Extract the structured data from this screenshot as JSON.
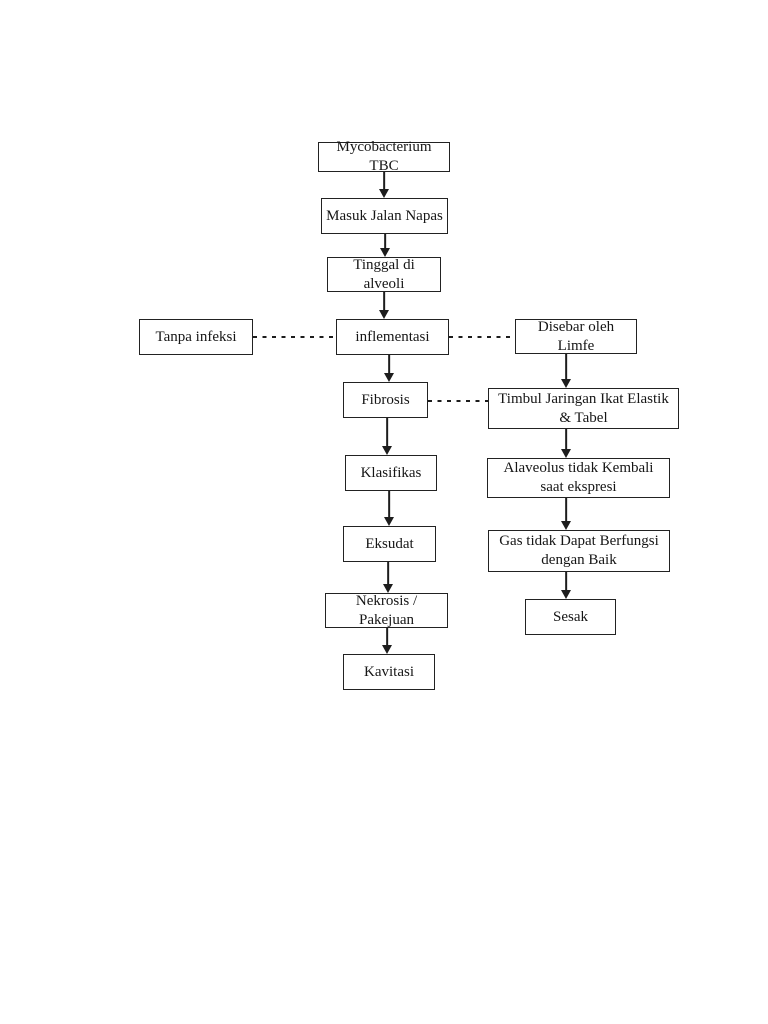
{
  "diagram": {
    "title": "TBC pathophysiology flowchart",
    "colors": {
      "background": "#ffffff",
      "line": "#1d1d1d",
      "box_border": "#222222",
      "text": "#161616"
    },
    "nodes": {
      "mycobacterium": {
        "label": "Mycobacterium TBC"
      },
      "masuk": {
        "label": "Masuk Jalan Napas"
      },
      "tinggal": {
        "label": "Tinggal di alveoli"
      },
      "tanpa": {
        "label": "Tanpa infeksi"
      },
      "inflementasi": {
        "label": "inflementasi"
      },
      "disebar": {
        "label": "Disebar oleh Limfe"
      },
      "fibrosis": {
        "label": "Fibrosis"
      },
      "timbul": {
        "label": "Timbul Jaringan Ikat Elastik & Tabel"
      },
      "klasifikas": {
        "label": "Klasifikas"
      },
      "alaveolus": {
        "label": "Alaveolus tidak Kembali saat ekspresi"
      },
      "eksudat": {
        "label": "Eksudat"
      },
      "gas": {
        "label": "Gas tidak Dapat Berfungsi dengan Baik"
      },
      "nekrosis": {
        "label": "Nekrosis / Pakejuan"
      },
      "sesak": {
        "label": "Sesak"
      },
      "kavitasi": {
        "label": "Kavitasi"
      }
    },
    "edges": [
      {
        "from": "mycobacterium",
        "to": "masuk",
        "style": "solid-arrow"
      },
      {
        "from": "masuk",
        "to": "tinggal",
        "style": "solid-arrow"
      },
      {
        "from": "tinggal",
        "to": "inflementasi",
        "style": "solid-arrow"
      },
      {
        "from": "tanpa",
        "to": "inflementasi",
        "style": "dashed"
      },
      {
        "from": "inflementasi",
        "to": "disebar",
        "style": "dashed"
      },
      {
        "from": "inflementasi",
        "to": "fibrosis",
        "style": "solid-arrow"
      },
      {
        "from": "fibrosis",
        "to": "timbul",
        "style": "dashed"
      },
      {
        "from": "fibrosis",
        "to": "klasifikas",
        "style": "solid-arrow"
      },
      {
        "from": "klasifikas",
        "to": "eksudat",
        "style": "solid-arrow"
      },
      {
        "from": "eksudat",
        "to": "nekrosis",
        "style": "solid-arrow"
      },
      {
        "from": "nekrosis",
        "to": "kavitasi",
        "style": "solid-arrow"
      },
      {
        "from": "disebar",
        "to": "timbul",
        "style": "solid-arrow"
      },
      {
        "from": "timbul",
        "to": "alaveolus",
        "style": "solid-arrow"
      },
      {
        "from": "alaveolus",
        "to": "gas",
        "style": "solid-arrow"
      },
      {
        "from": "gas",
        "to": "sesak",
        "style": "solid-arrow"
      }
    ]
  }
}
